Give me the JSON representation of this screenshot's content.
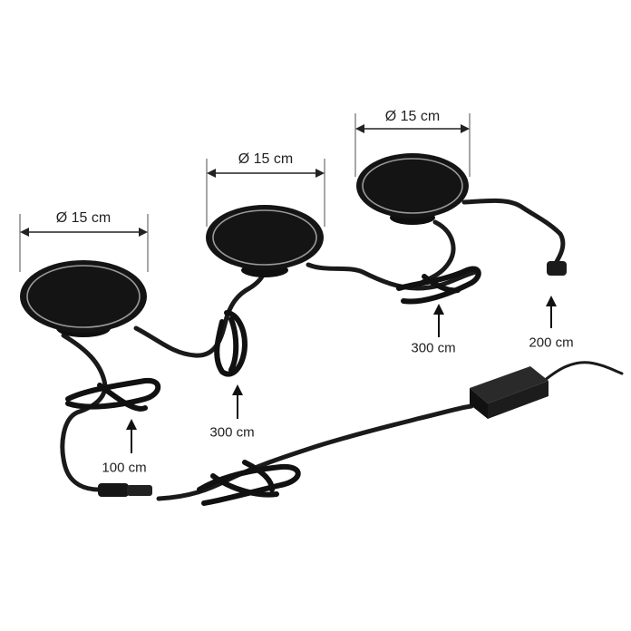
{
  "diameter_labels": [
    "Ø 15 cm",
    "Ø 15 cm",
    "Ø 15 cm"
  ],
  "cable_length_labels": [
    "100 cm",
    "300 cm",
    "300 cm",
    "200 cm"
  ],
  "colors": {
    "cable": "#1a1a1a",
    "disc_face": "#141414",
    "disc_ring": "#9a9a9a",
    "dimension_line": "#222222",
    "arrow": "#111111"
  }
}
